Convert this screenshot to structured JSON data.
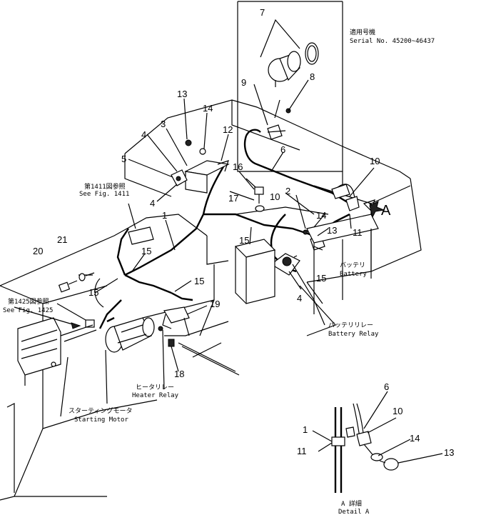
{
  "serial_box": {
    "jp_label": "適用号機",
    "serial": "Serial No. 45200~46437"
  },
  "refs": [
    {
      "jp": "第1411図参照",
      "en": "See Fig. 1411"
    },
    {
      "jp": "第1425図参照",
      "en": "See Fig. 1425"
    }
  ],
  "components": {
    "battery": {
      "jp": "バッテリ",
      "en": "Battery"
    },
    "battery_relay": {
      "jp": "バッテリリレー",
      "en": "Battery Relay"
    },
    "heater_relay": {
      "jp": "ヒータリレー",
      "en": "Heater Relay"
    },
    "starting_motor": {
      "jp": "スターティングモータ",
      "en": "Starting Motor"
    }
  },
  "view_marker": "A",
  "detail": {
    "jp": "A 詳細",
    "en": "Detail A"
  },
  "part_numbers": [
    "7",
    "9",
    "8",
    "13",
    "14",
    "3",
    "12",
    "4",
    "6",
    "5",
    "16",
    "10",
    "4",
    "17",
    "2",
    "10",
    "14",
    "1",
    "13",
    "15",
    "11",
    "21",
    "15",
    "20",
    "15",
    "15",
    "4",
    "15",
    "19",
    "18",
    "6",
    "10",
    "1",
    "14",
    "11",
    "13"
  ]
}
